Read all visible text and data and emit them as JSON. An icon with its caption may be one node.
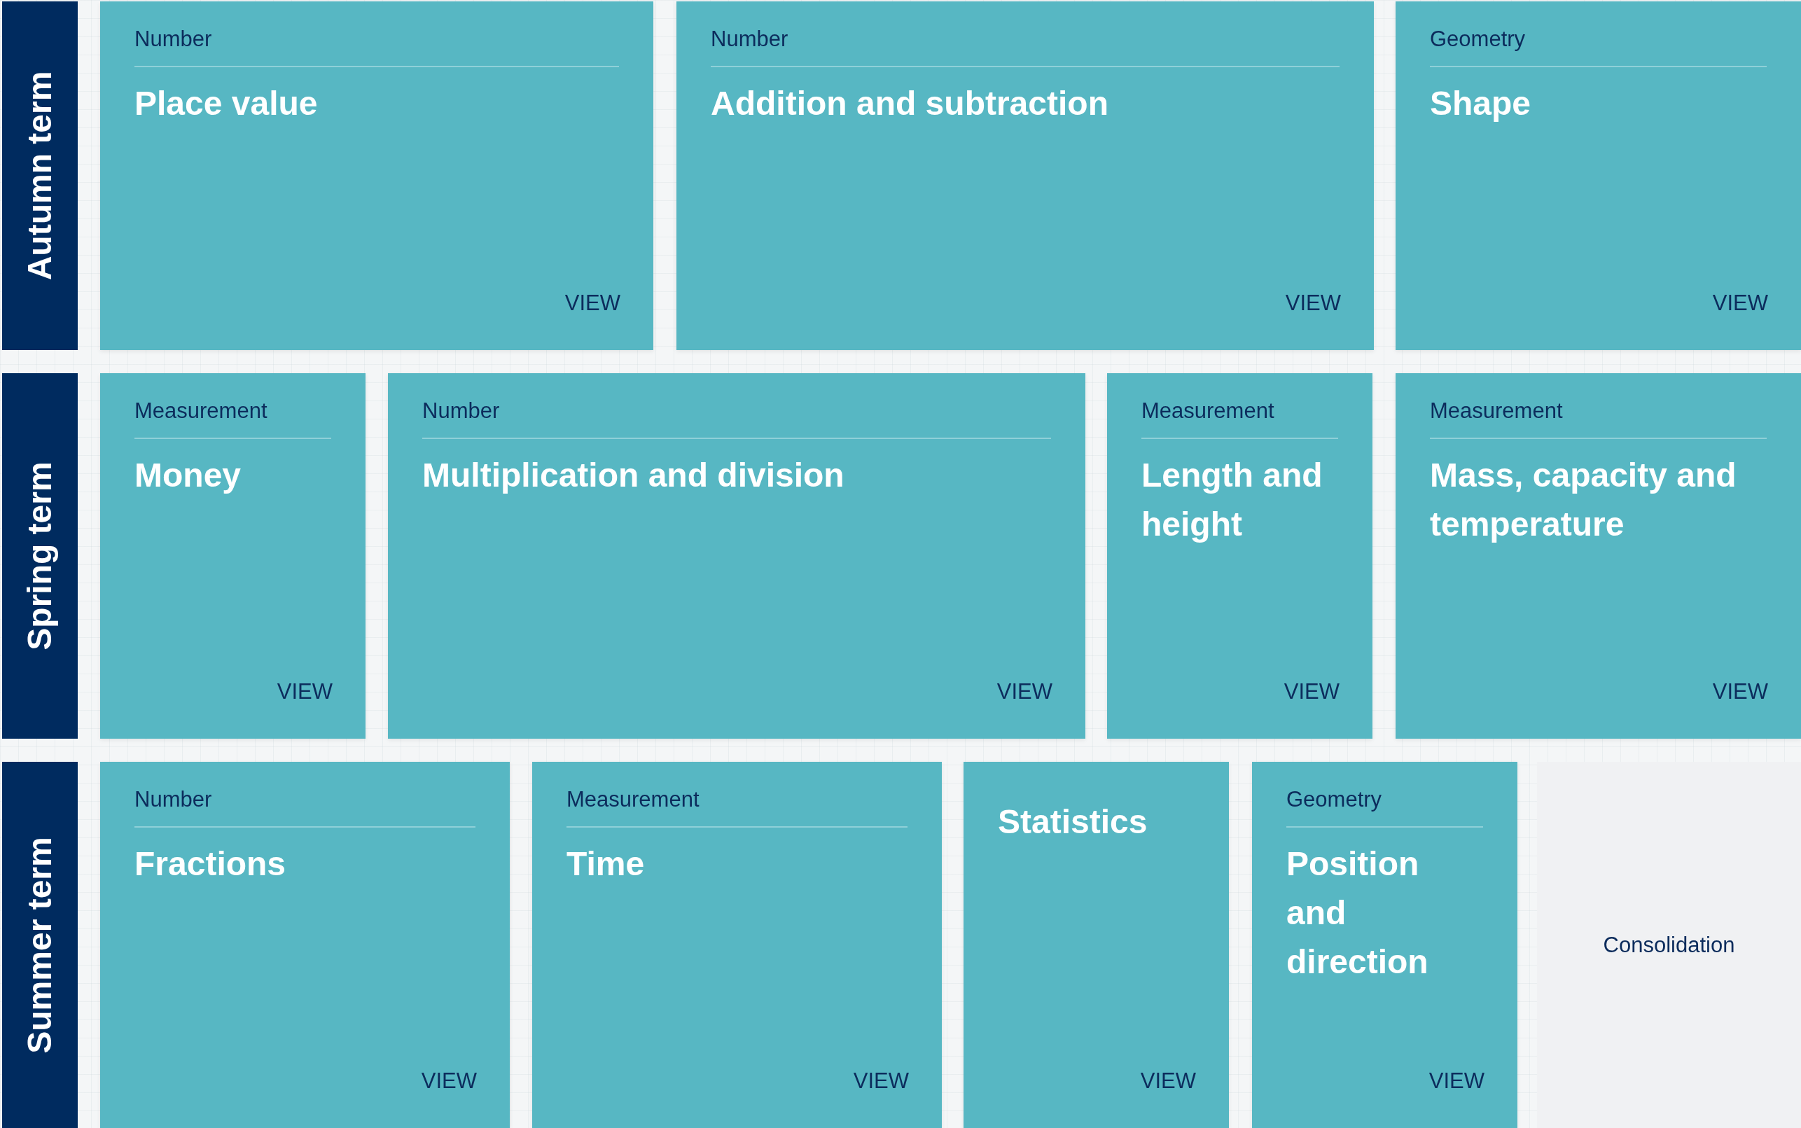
{
  "diagram": {
    "nodes": [
      {
        "text": [
          "Autumn term"
        ]
      },
      {
        "text": [
          "Number",
          "Place value",
          "VIEW"
        ]
      },
      {
        "text": [
          "Number",
          "Addition and subtraction",
          "VIEW"
        ]
      },
      {
        "text": [
          "Geometry",
          "Shape",
          "VIEW"
        ]
      },
      {
        "text": [
          "Spring term"
        ]
      },
      {
        "text": [
          "Measurement",
          "Money",
          "VIEW"
        ]
      },
      {
        "text": [
          "Number",
          "Multiplication and division",
          "VIEW"
        ]
      },
      {
        "text": [
          "Measurement",
          "Length and height",
          "VIEW"
        ]
      },
      {
        "text": [
          "Measurement",
          "Mass, capacity and temperature",
          "VIEW"
        ]
      },
      {
        "text": [
          "Summer term"
        ]
      },
      {
        "text": [
          "Number",
          "Fractions",
          "VIEW"
        ]
      },
      {
        "text": [
          "Measurement",
          "Time",
          "VIEW"
        ]
      },
      {
        "text": [
          "Statistics",
          "VIEW"
        ]
      },
      {
        "text": [
          "Geometry",
          "Position and direction",
          "VIEW"
        ]
      },
      {
        "text": [
          "Consolidation"
        ]
      }
    ]
  }
}
